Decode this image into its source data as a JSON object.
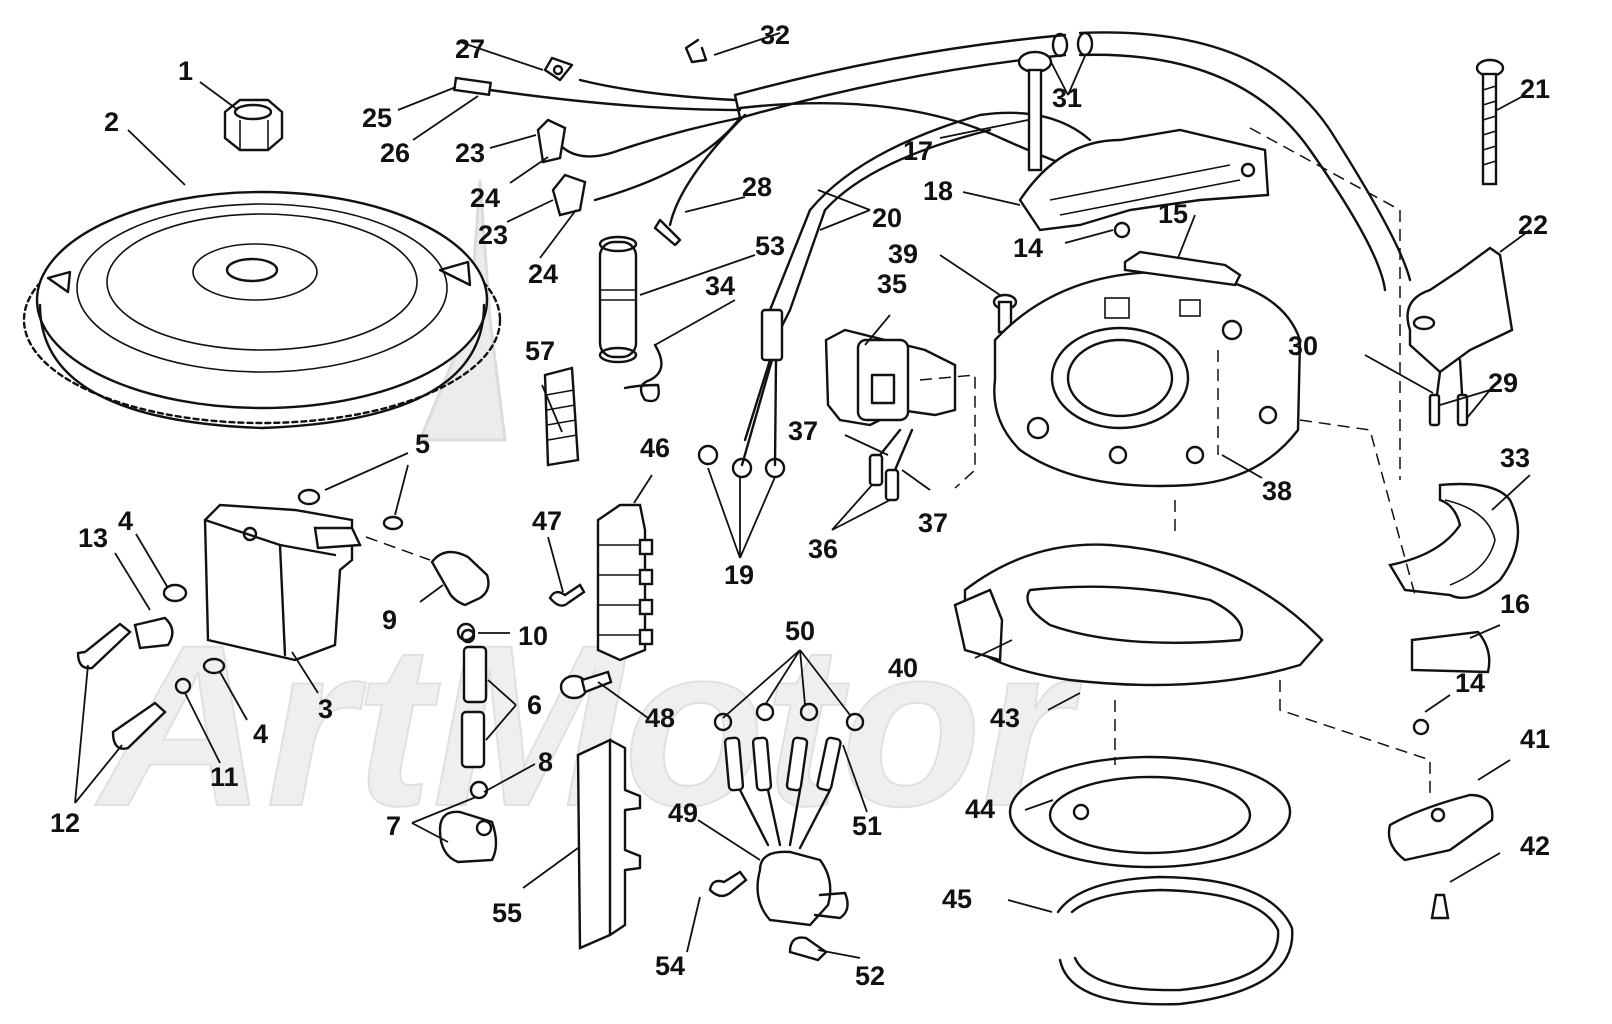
{
  "watermark": {
    "text": "ArtMotor"
  },
  "callouts": [
    {
      "id": "c1",
      "text": "1"
    },
    {
      "id": "c2",
      "text": "2"
    },
    {
      "id": "c3",
      "text": "3"
    },
    {
      "id": "c4a",
      "text": "4"
    },
    {
      "id": "c4b",
      "text": "4"
    },
    {
      "id": "c5",
      "text": "5"
    },
    {
      "id": "c6",
      "text": "6"
    },
    {
      "id": "c7",
      "text": "7"
    },
    {
      "id": "c8",
      "text": "8"
    },
    {
      "id": "c9",
      "text": "9"
    },
    {
      "id": "c10",
      "text": "10"
    },
    {
      "id": "c11",
      "text": "11"
    },
    {
      "id": "c12",
      "text": "12"
    },
    {
      "id": "c13",
      "text": "13"
    },
    {
      "id": "c14a",
      "text": "14"
    },
    {
      "id": "c14b",
      "text": "14"
    },
    {
      "id": "c15",
      "text": "15"
    },
    {
      "id": "c16",
      "text": "16"
    },
    {
      "id": "c17",
      "text": "17"
    },
    {
      "id": "c18",
      "text": "18"
    },
    {
      "id": "c19",
      "text": "19"
    },
    {
      "id": "c20",
      "text": "20"
    },
    {
      "id": "c21",
      "text": "21"
    },
    {
      "id": "c22",
      "text": "22"
    },
    {
      "id": "c23a",
      "text": "23"
    },
    {
      "id": "c23b",
      "text": "23"
    },
    {
      "id": "c24a",
      "text": "24"
    },
    {
      "id": "c24b",
      "text": "24"
    },
    {
      "id": "c25",
      "text": "25"
    },
    {
      "id": "c26",
      "text": "26"
    },
    {
      "id": "c27",
      "text": "27"
    },
    {
      "id": "c28",
      "text": "28"
    },
    {
      "id": "c29",
      "text": "29"
    },
    {
      "id": "c30",
      "text": "30"
    },
    {
      "id": "c31",
      "text": "31"
    },
    {
      "id": "c32",
      "text": "32"
    },
    {
      "id": "c33",
      "text": "33"
    },
    {
      "id": "c34",
      "text": "34"
    },
    {
      "id": "c35",
      "text": "35"
    },
    {
      "id": "c36",
      "text": "36"
    },
    {
      "id": "c37a",
      "text": "37"
    },
    {
      "id": "c37b",
      "text": "37"
    },
    {
      "id": "c38",
      "text": "38"
    },
    {
      "id": "c39",
      "text": "39"
    },
    {
      "id": "c40",
      "text": "40"
    },
    {
      "id": "c41",
      "text": "41"
    },
    {
      "id": "c42",
      "text": "42"
    },
    {
      "id": "c43",
      "text": "43"
    },
    {
      "id": "c44",
      "text": "44"
    },
    {
      "id": "c45",
      "text": "45"
    },
    {
      "id": "c46",
      "text": "46"
    },
    {
      "id": "c47",
      "text": "47"
    },
    {
      "id": "c48",
      "text": "48"
    },
    {
      "id": "c49",
      "text": "49"
    },
    {
      "id": "c50",
      "text": "50"
    },
    {
      "id": "c51",
      "text": "51"
    },
    {
      "id": "c52",
      "text": "52"
    },
    {
      "id": "c53",
      "text": "53"
    },
    {
      "id": "c54",
      "text": "54"
    },
    {
      "id": "c55",
      "text": "55"
    },
    {
      "id": "c57",
      "text": "57"
    }
  ]
}
